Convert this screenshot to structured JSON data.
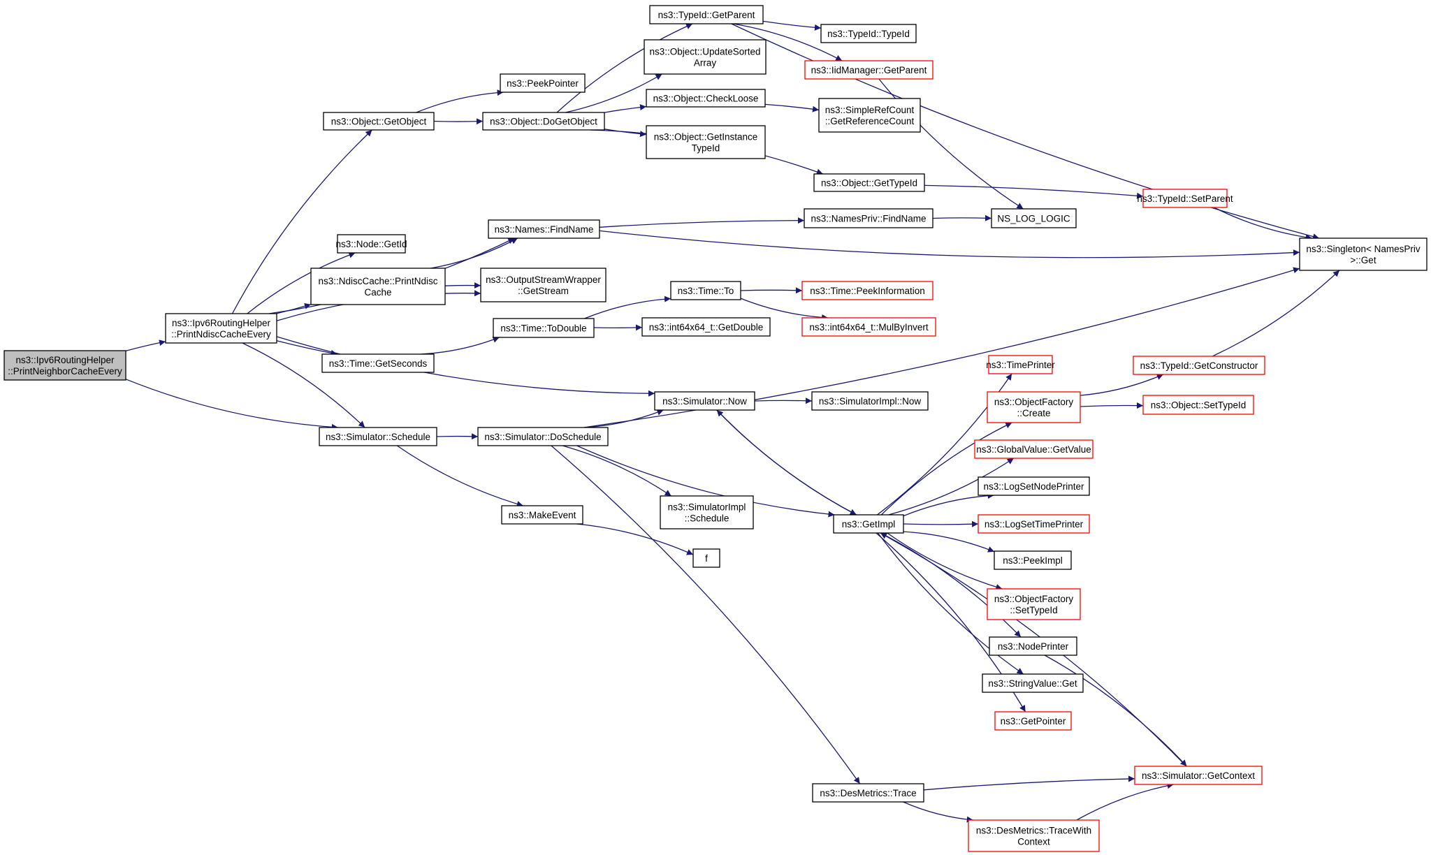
{
  "colors": {
    "edge": "#191970",
    "node_border_normal": "#000000",
    "node_border_truncated": "#ff0000",
    "node_fill_root": "#bfbfbf",
    "node_fill": "#ffffff"
  },
  "nodes": [
    {
      "id": "root",
      "lines": [
        "ns3::Ipv6RoutingHelper",
        "::PrintNeighborCacheEvery"
      ],
      "style": "root"
    },
    {
      "id": "printNdisc",
      "lines": [
        "ns3::Ipv6RoutingHelper",
        "::PrintNdiscCacheEvery"
      ],
      "style": "normal"
    },
    {
      "id": "getObject",
      "lines": [
        "ns3::Object::GetObject"
      ],
      "style": "normal"
    },
    {
      "id": "findName",
      "lines": [
        "ns3::Names::FindName"
      ],
      "style": "normal"
    },
    {
      "id": "nodeGetId",
      "lines": [
        "ns3::Node::GetId"
      ],
      "style": "normal"
    },
    {
      "id": "ndiscPrint",
      "lines": [
        "ns3::NdiscCache::PrintNdisc",
        "Cache"
      ],
      "style": "normal"
    },
    {
      "id": "getStream",
      "lines": [
        "ns3::OutputStreamWrapper",
        "::GetStream"
      ],
      "style": "normal"
    },
    {
      "id": "getSeconds",
      "lines": [
        "ns3::Time::GetSeconds"
      ],
      "style": "normal"
    },
    {
      "id": "schedule",
      "lines": [
        "ns3::Simulator::Schedule"
      ],
      "style": "normal"
    },
    {
      "id": "peekPointer",
      "lines": [
        "ns3::PeekPointer"
      ],
      "style": "normal"
    },
    {
      "id": "doGetObject",
      "lines": [
        "ns3::Object::DoGetObject"
      ],
      "style": "normal"
    },
    {
      "id": "toDouble",
      "lines": [
        "ns3::Time::ToDouble"
      ],
      "style": "normal"
    },
    {
      "id": "doSchedule",
      "lines": [
        "ns3::Simulator::DoSchedule"
      ],
      "style": "normal"
    },
    {
      "id": "makeEvent",
      "lines": [
        "ns3::MakeEvent"
      ],
      "style": "normal"
    },
    {
      "id": "typeIdGetParent",
      "lines": [
        "ns3::TypeId::GetParent"
      ],
      "style": "normal"
    },
    {
      "id": "updateSorted",
      "lines": [
        "ns3::Object::UpdateSorted",
        "Array"
      ],
      "style": "normal"
    },
    {
      "id": "checkLoose",
      "lines": [
        "ns3::Object::CheckLoose"
      ],
      "style": "normal"
    },
    {
      "id": "getInstance",
      "lines": [
        "ns3::Object::GetInstance",
        "TypeId"
      ],
      "style": "normal"
    },
    {
      "id": "timeTo",
      "lines": [
        "ns3::Time::To"
      ],
      "style": "normal"
    },
    {
      "id": "getDouble",
      "lines": [
        "ns3::int64x64_t::GetDouble"
      ],
      "style": "normal"
    },
    {
      "id": "simNow",
      "lines": [
        "ns3::Simulator::Now"
      ],
      "style": "normal"
    },
    {
      "id": "simImplSchedule",
      "lines": [
        "ns3::SimulatorImpl",
        "::Schedule"
      ],
      "style": "normal"
    },
    {
      "id": "f",
      "lines": [
        "f"
      ],
      "style": "normal"
    },
    {
      "id": "typeIdTypeId",
      "lines": [
        "ns3::TypeId::TypeId"
      ],
      "style": "normal"
    },
    {
      "id": "iidGetParent",
      "lines": [
        "ns3::IidManager::GetParent"
      ],
      "style": "truncated"
    },
    {
      "id": "simpleRef",
      "lines": [
        "ns3::SimpleRefCount",
        "::GetReferenceCount"
      ],
      "style": "normal"
    },
    {
      "id": "objGetTypeId",
      "lines": [
        "ns3::Object::GetTypeId"
      ],
      "style": "normal"
    },
    {
      "id": "namesPrivFind",
      "lines": [
        "ns3::NamesPriv::FindName"
      ],
      "style": "normal"
    },
    {
      "id": "peekInfo",
      "lines": [
        "ns3::Time::PeekInformation"
      ],
      "style": "truncated"
    },
    {
      "id": "mulByInvert",
      "lines": [
        "ns3::int64x64_t::MulByInvert"
      ],
      "style": "truncated"
    },
    {
      "id": "simImplNow",
      "lines": [
        "ns3::SimulatorImpl::Now"
      ],
      "style": "normal"
    },
    {
      "id": "getImpl",
      "lines": [
        "ns3::GetImpl"
      ],
      "style": "normal"
    },
    {
      "id": "desTrace",
      "lines": [
        "ns3::DesMetrics::Trace"
      ],
      "style": "normal"
    },
    {
      "id": "nsLogLogic",
      "lines": [
        "NS_LOG_LOGIC"
      ],
      "style": "normal"
    },
    {
      "id": "timePrinter",
      "lines": [
        "ns3::TimePrinter"
      ],
      "style": "truncated"
    },
    {
      "id": "objFactoryCreate",
      "lines": [
        "ns3::ObjectFactory",
        "::Create"
      ],
      "style": "truncated"
    },
    {
      "id": "globalValue",
      "lines": [
        "ns3::GlobalValue::GetValue"
      ],
      "style": "truncated"
    },
    {
      "id": "logSetNode",
      "lines": [
        "ns3::LogSetNodePrinter"
      ],
      "style": "normal"
    },
    {
      "id": "logSetTime",
      "lines": [
        "ns3::LogSetTimePrinter"
      ],
      "style": "truncated"
    },
    {
      "id": "peekImpl",
      "lines": [
        "ns3::PeekImpl"
      ],
      "style": "normal"
    },
    {
      "id": "objFactorySet",
      "lines": [
        "ns3::ObjectFactory",
        "::SetTypeId"
      ],
      "style": "truncated"
    },
    {
      "id": "nodePrinter",
      "lines": [
        "ns3::NodePrinter"
      ],
      "style": "normal"
    },
    {
      "id": "stringValue",
      "lines": [
        "ns3::StringValue::Get"
      ],
      "style": "normal"
    },
    {
      "id": "getPointer",
      "lines": [
        "ns3::GetPointer"
      ],
      "style": "truncated"
    },
    {
      "id": "traceWith",
      "lines": [
        "ns3::DesMetrics::TraceWith",
        "Context"
      ],
      "style": "truncated"
    },
    {
      "id": "typeIdSetParent",
      "lines": [
        "ns3::TypeId::SetParent"
      ],
      "style": "truncated"
    },
    {
      "id": "typeIdGetCtor",
      "lines": [
        "ns3::TypeId::GetConstructor"
      ],
      "style": "truncated"
    },
    {
      "id": "objSetTypeId",
      "lines": [
        "ns3::Object::SetTypeId"
      ],
      "style": "truncated"
    },
    {
      "id": "simGetContext",
      "lines": [
        "ns3::Simulator::GetContext"
      ],
      "style": "truncated"
    },
    {
      "id": "singletonGet",
      "lines": [
        "ns3::Singleton< NamesPriv",
        " >::Get"
      ],
      "style": "normal"
    }
  ],
  "edges": [
    [
      "root",
      "printNdisc"
    ],
    [
      "root",
      "schedule"
    ],
    [
      "printNdisc",
      "getObject"
    ],
    [
      "printNdisc",
      "findName"
    ],
    [
      "printNdisc",
      "nodeGetId"
    ],
    [
      "printNdisc",
      "ndiscPrint"
    ],
    [
      "printNdisc",
      "getStream"
    ],
    [
      "printNdisc",
      "getSeconds"
    ],
    [
      "printNdisc",
      "schedule"
    ],
    [
      "printNdisc",
      "simNow"
    ],
    [
      "getObject",
      "peekPointer"
    ],
    [
      "getObject",
      "doGetObject"
    ],
    [
      "doGetObject",
      "typeIdGetParent"
    ],
    [
      "doGetObject",
      "updateSorted"
    ],
    [
      "doGetObject",
      "checkLoose"
    ],
    [
      "doGetObject",
      "getInstance"
    ],
    [
      "doGetObject",
      "objGetTypeId"
    ],
    [
      "typeIdGetParent",
      "typeIdTypeId"
    ],
    [
      "typeIdGetParent",
      "iidGetParent"
    ],
    [
      "typeIdGetParent",
      "singletonGet"
    ],
    [
      "checkLoose",
      "simpleRef"
    ],
    [
      "iidGetParent",
      "nsLogLogic"
    ],
    [
      "objGetTypeId",
      "typeIdSetParent"
    ],
    [
      "typeIdSetParent",
      "singletonGet"
    ],
    [
      "findName",
      "namesPrivFind"
    ],
    [
      "findName",
      "singletonGet"
    ],
    [
      "namesPrivFind",
      "nsLogLogic"
    ],
    [
      "ndiscPrint",
      "findName"
    ],
    [
      "ndiscPrint",
      "getStream"
    ],
    [
      "getSeconds",
      "toDouble"
    ],
    [
      "toDouble",
      "timeTo"
    ],
    [
      "toDouble",
      "getDouble"
    ],
    [
      "timeTo",
      "peekInfo"
    ],
    [
      "timeTo",
      "mulByInvert"
    ],
    [
      "schedule",
      "doSchedule"
    ],
    [
      "schedule",
      "makeEvent"
    ],
    [
      "makeEvent",
      "f"
    ],
    [
      "doSchedule",
      "simNow"
    ],
    [
      "doSchedule",
      "simImplSchedule"
    ],
    [
      "doSchedule",
      "getImpl"
    ],
    [
      "doSchedule",
      "desTrace"
    ],
    [
      "doSchedule",
      "singletonGet"
    ],
    [
      "simNow",
      "simImplNow"
    ],
    [
      "simNow",
      "getImpl"
    ],
    [
      "getImpl",
      "simNow"
    ],
    [
      "getImpl",
      "timePrinter"
    ],
    [
      "getImpl",
      "objFactoryCreate"
    ],
    [
      "getImpl",
      "globalValue"
    ],
    [
      "getImpl",
      "logSetNode"
    ],
    [
      "getImpl",
      "logSetTime"
    ],
    [
      "getImpl",
      "peekImpl"
    ],
    [
      "getImpl",
      "objFactorySet"
    ],
    [
      "getImpl",
      "nodePrinter"
    ],
    [
      "getImpl",
      "stringValue"
    ],
    [
      "getImpl",
      "getPointer"
    ],
    [
      "objFactoryCreate",
      "typeIdGetCtor"
    ],
    [
      "objFactoryCreate",
      "objSetTypeId"
    ],
    [
      "typeIdGetCtor",
      "singletonGet"
    ],
    [
      "nodePrinter",
      "simGetContext"
    ],
    [
      "simGetContext",
      "getImpl"
    ],
    [
      "desTrace",
      "simGetContext"
    ],
    [
      "desTrace",
      "traceWith"
    ],
    [
      "traceWith",
      "simGetContext"
    ]
  ]
}
